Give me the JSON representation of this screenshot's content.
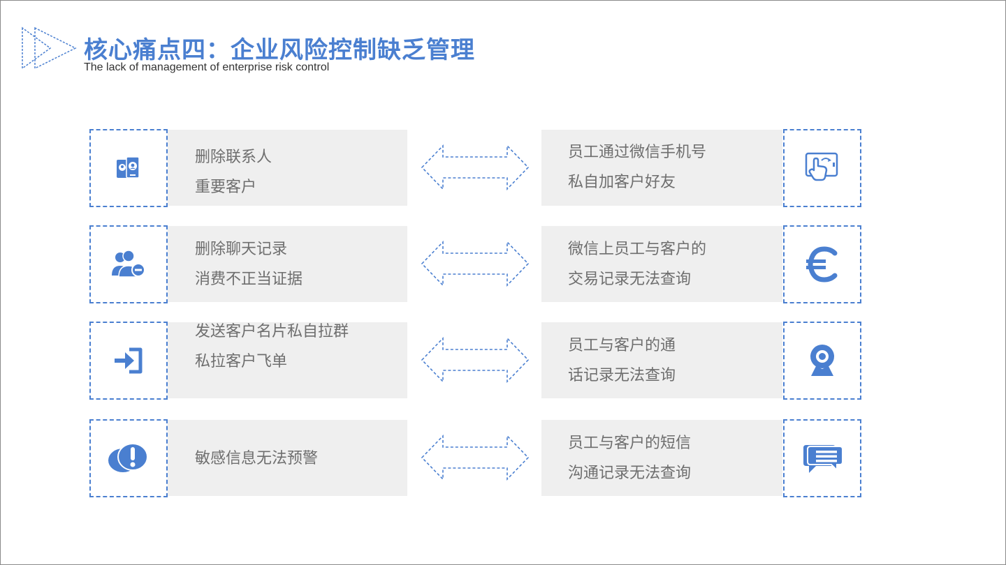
{
  "header": {
    "title": "核心痛点四：企业风险控制缺乏管理",
    "subtitle": "The lack of management of enterprise risk control"
  },
  "colors": {
    "accent": "#4a7fd0",
    "panel": "#efefef",
    "text": "#6e6e6e"
  },
  "rows": [
    {
      "left": {
        "icon": "contacts-phone-icon",
        "line1": "删除联系人",
        "line2": "重要客户"
      },
      "right": {
        "icon": "tablet-touch-icon",
        "line1": "员工通过微信手机号",
        "line2": "私自加客户好友"
      }
    },
    {
      "left": {
        "icon": "remove-user-icon",
        "line1": "删除聊天记录",
        "line2": "消费不正当证据"
      },
      "right": {
        "icon": "euro-icon",
        "line1": "微信上员工与客户的",
        "line2": "交易记录无法查询"
      }
    },
    {
      "left": {
        "icon": "login-icon",
        "line1": "发送客户名片私自拉群",
        "line2": "私拉客户飞单"
      },
      "right": {
        "icon": "webcam-icon",
        "line1": "员工与客户的通",
        "line2": "话记录无法查询"
      }
    },
    {
      "left": {
        "icon": "alert-bubble-icon",
        "line1": "敏感信息无法预警",
        "line2": ""
      },
      "right": {
        "icon": "chat-message-icon",
        "line1": "员工与客户的短信",
        "line2": "沟通记录无法查询"
      }
    }
  ]
}
